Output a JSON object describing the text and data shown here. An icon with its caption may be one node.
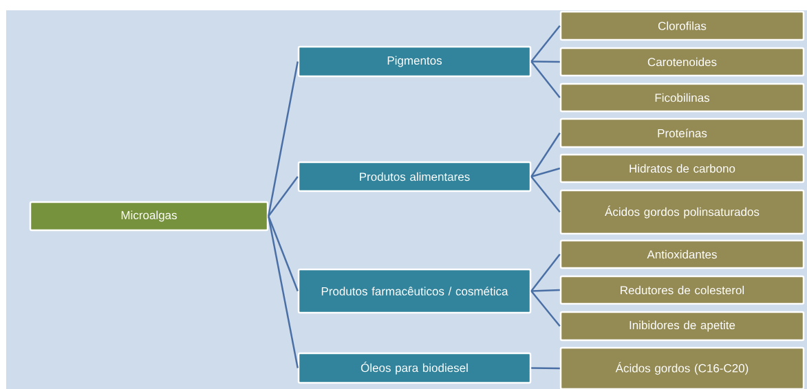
{
  "diagram": {
    "nodes": [
      {
        "text": [
          "Microalgas"
        ]
      },
      {
        "text": [
          "Pigmentos"
        ]
      },
      {
        "text": [
          "Produtos alimentares"
        ]
      },
      {
        "text": [
          "Produtos farmacêuticos / cosmética"
        ]
      },
      {
        "text": [
          "Óleos para biodiesel"
        ]
      },
      {
        "text": [
          "Clorofilas"
        ]
      },
      {
        "text": [
          "Carotenoides"
        ]
      },
      {
        "text": [
          "Ficobilinas"
        ]
      },
      {
        "text": [
          "Proteínas"
        ]
      },
      {
        "text": [
          "Hidratos de carbono"
        ]
      },
      {
        "text": [
          "Ácidos gordos polinsaturados"
        ]
      },
      {
        "text": [
          "Antioxidantes"
        ]
      },
      {
        "text": [
          "Redutores de colesterol"
        ]
      },
      {
        "text": [
          "Inibidores de apetite"
        ]
      },
      {
        "text": [
          "Ácidos gordos (C16-C20)"
        ]
      }
    ],
    "edges": [
      {
        "from": 0,
        "to": 1,
        "arrow": "none"
      },
      {
        "from": 0,
        "to": 2,
        "arrow": "none"
      },
      {
        "from": 0,
        "to": 3,
        "arrow": "none"
      },
      {
        "from": 0,
        "to": 4,
        "arrow": "none"
      },
      {
        "from": 1,
        "to": 5,
        "arrow": "none"
      },
      {
        "from": 1,
        "to": 6,
        "arrow": "none"
      },
      {
        "from": 1,
        "to": 7,
        "arrow": "none"
      },
      {
        "from": 2,
        "to": 8,
        "arrow": "none"
      },
      {
        "from": 2,
        "to": 9,
        "arrow": "none"
      },
      {
        "from": 2,
        "to": 10,
        "arrow": "none"
      },
      {
        "from": 3,
        "to": 11,
        "arrow": "none"
      },
      {
        "from": 3,
        "to": 12,
        "arrow": "none"
      },
      {
        "from": 3,
        "to": 13,
        "arrow": "none"
      },
      {
        "from": 4,
        "to": 14,
        "arrow": "none"
      }
    ]
  }
}
